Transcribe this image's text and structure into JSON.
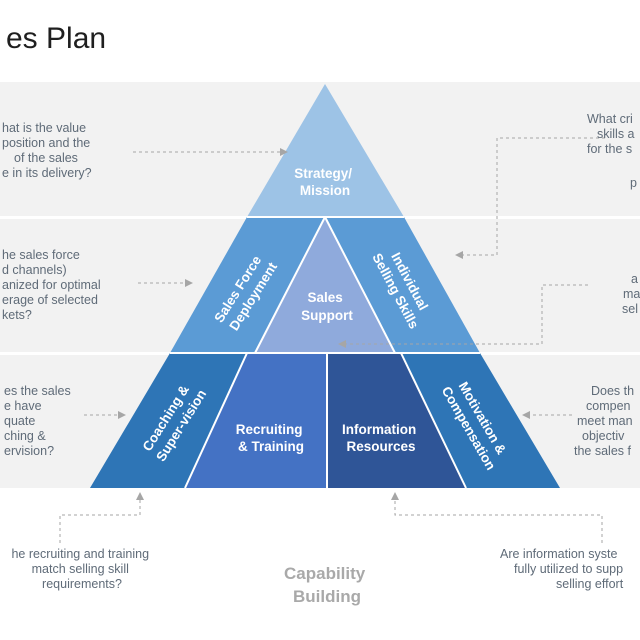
{
  "slide": {
    "title": "es Plan"
  },
  "pyramid": {
    "top": [
      "Strategy/",
      "Mission"
    ],
    "left_mid": [
      "Sales Force",
      "Deployment"
    ],
    "center": [
      "Sales",
      "Support"
    ],
    "right_mid": [
      "Individual",
      "Selling Skills"
    ],
    "left_bottom": [
      "Coaching &",
      "Super-vision"
    ],
    "bottom_left": [
      "Recruiting",
      "& Training"
    ],
    "bottom_right": [
      "Information",
      "Resources"
    ],
    "right_bottom": [
      "Motivation &",
      "Compensation"
    ]
  },
  "questions": {
    "left_1": [
      "hat is the value",
      "position and the",
      "of the sales",
      "e in its delivery?"
    ],
    "left_2": [
      "he sales force",
      "d channels)",
      "anized for optimal",
      "erage of selected",
      "kets?"
    ],
    "left_3": [
      "es the sales",
      "e have",
      "quate",
      "ching &",
      "ervision?"
    ],
    "bottom_left": [
      "he recruiting and training",
      "match selling skill",
      "requirements?"
    ],
    "right_1": [
      "What cri",
      "skills a",
      "for the s",
      "p"
    ],
    "right_2": [
      "a",
      "ma",
      "sel"
    ],
    "right_3": [
      "Does th",
      "compen",
      "meet man",
      "objectiv",
      "the sales f"
    ],
    "bottom_right": [
      "Are information syste",
      "fully utilized to supp",
      "selling effort"
    ]
  },
  "footer": {
    "capability": [
      "Capability",
      "Building"
    ]
  },
  "colors": {
    "band_bg": "#f2f2f2",
    "light_blue": "#9dc3e6",
    "mid_blue": "#5b9bd5",
    "periwinkle": "#8faadc",
    "deep_blue": "#2e75b6",
    "royal_blue": "#4472c4",
    "navy": "#2f5597",
    "question_text": "#5f6b78",
    "caption_grey": "#a9a9a9"
  }
}
